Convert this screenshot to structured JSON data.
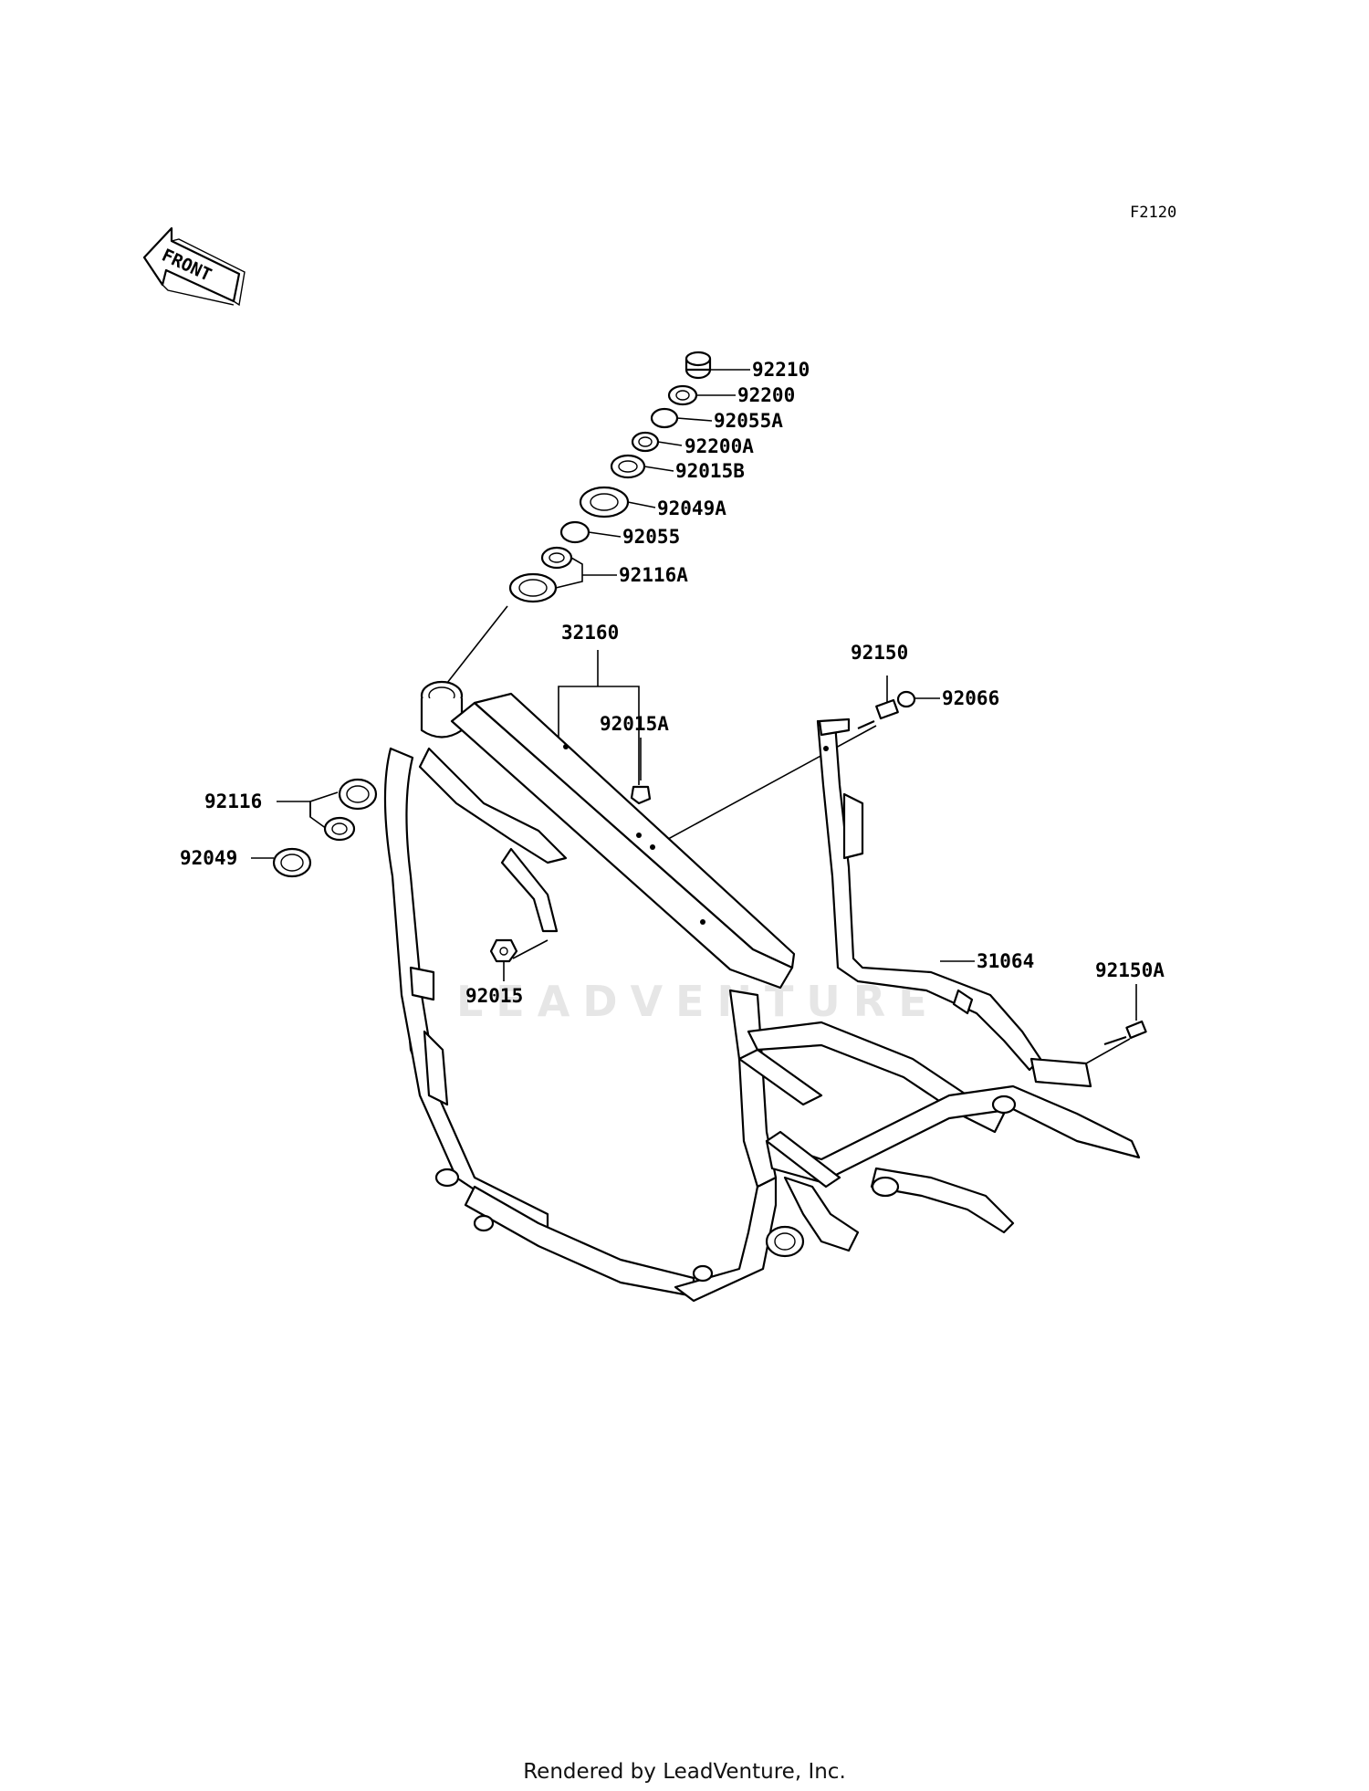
{
  "figure_code": "F2120",
  "front_marker": "FRONT",
  "watermark": "LEADVENTURE",
  "footer": "Rendered by LeadVenture, Inc.",
  "parts": {
    "p92210": "92210",
    "p92200": "92200",
    "p92055A": "92055A",
    "p92200A": "92200A",
    "p92015B": "92015B",
    "p92049A": "92049A",
    "p92055": "92055",
    "p92116A": "92116A",
    "p32160": "32160",
    "p92015A": "92015A",
    "p92150": "92150",
    "p92066": "92066",
    "p92116": "92116",
    "p92049": "92049",
    "p31064": "31064",
    "p92150A": "92150A",
    "p92015": "92015"
  }
}
